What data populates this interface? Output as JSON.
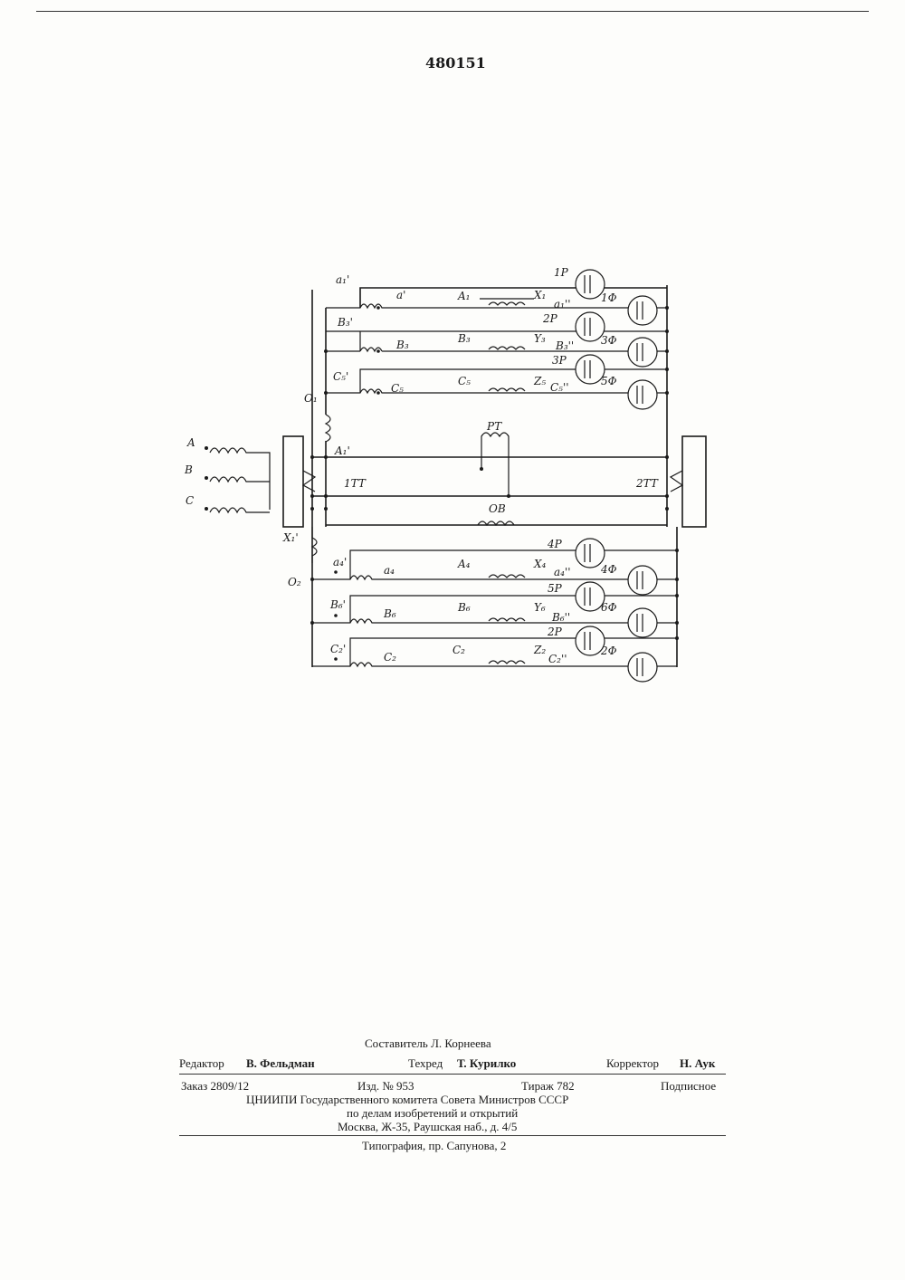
{
  "header": {
    "patent_number": "480151"
  },
  "diagram": {
    "source_labels": [
      "A",
      "B",
      "C"
    ],
    "top_group": [
      {
        "tap": "a₁'",
        "wire": "a'",
        "choke": "A₁",
        "end": "X₁",
        "out": "a₁''",
        "relay": "1P",
        "lamp": "1Ф"
      },
      {
        "tap": "B₃'",
        "wire": "B₃",
        "choke": "B₃",
        "end": "Y₃",
        "out": "B₃''",
        "relay": "2P",
        "lamp": "3Ф"
      },
      {
        "tap": "C₅'",
        "wire": "C₅",
        "choke": "C₅",
        "end": "Z₅",
        "out": "C₅''",
        "relay": "3P",
        "lamp": "5Ф"
      }
    ],
    "bottom_group": [
      {
        "tap": "a₄'",
        "wire": "a₄",
        "choke": "A₄",
        "end": "X₄",
        "out": "a₄''",
        "relay": "4P",
        "lamp": "4Ф"
      },
      {
        "tap": "B₆'",
        "wire": "B₆",
        "choke": "B₆",
        "end": "Y₆",
        "out": "B₆''",
        "relay": "5P",
        "lamp": "6Ф"
      },
      {
        "tap": "C₂'",
        "wire": "C₂",
        "choke": "C₂",
        "end": "Z₂",
        "out": "C₂''",
        "relay": "2P",
        "lamp": "2Ф"
      }
    ],
    "neutral_top": "O₁",
    "neutral_bottom": "O₂",
    "bus_top": "A₁'",
    "bus_bottom": "X₁'",
    "relay_center": "PT",
    "ct_left": "1TT",
    "ct_right": "2TT",
    "field_winding": "OB"
  },
  "imprint": {
    "compiler": "Составитель Л. Корнеева",
    "editor_label": "Редактор",
    "editor": "В. Фельдман",
    "tech_label": "Техред",
    "tech": "Т. Курилко",
    "corrector_label": "Корректор",
    "corrector": "Н. Аук",
    "order": "Заказ  2809/12",
    "edition": "Изд.  №  953",
    "circulation": "Тираж  782",
    "subscription": "Подписное",
    "org_line1": "ЦНИИПИ Государственного комитета Совета Министров СССР",
    "org_line2": "по делам изобретений и открытий",
    "org_line3": "Москва, Ж-35, Раушская наб., д. 4/5",
    "printer": "Типография, пр. Сапунова, 2"
  }
}
